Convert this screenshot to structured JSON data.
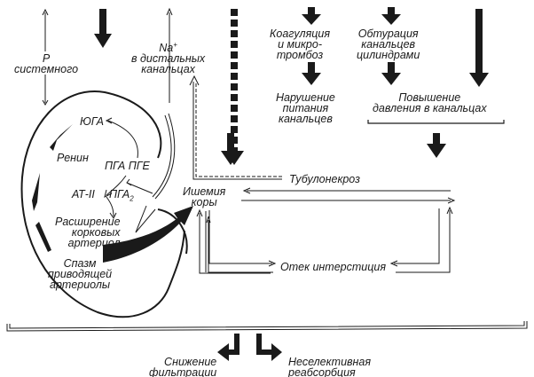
{
  "diagram": {
    "labels": {
      "p_systemic": "P\nсистемного",
      "na_distal": "в дистальных\nканальцах",
      "na_symbol": "Na",
      "na_charge": "+",
      "coagulation": "Коагуляция\nи микро-\nтромбоз",
      "obturation": "Обтурация\nканальцев\nцилиндрами",
      "nutrition": "Нарушение\nпитания\nканальцев",
      "pressure": "Повышение\nдавления в канальцах",
      "yuga": "ЮГА",
      "renin": "Ренин",
      "pga_pge": "ПГА ПГЕ",
      "at2": "АТ-II",
      "pga2": "ПГА",
      "pga2_sub": "2",
      "dilation": "Расширение\nкорковых\nартериол",
      "spasm": "Спазм\nприводящей\nартериолы",
      "ischemia": "Ишемия\nкоры",
      "tubulonecrosis": "Тубулонекроз",
      "edema": "Отек интерстиция",
      "filtration": "Снижение\nфильтрации",
      "reabsorption": "Неселективная\nреабсорбция"
    },
    "colors": {
      "ink": "#1a1a1a",
      "background": "#ffffff"
    }
  }
}
